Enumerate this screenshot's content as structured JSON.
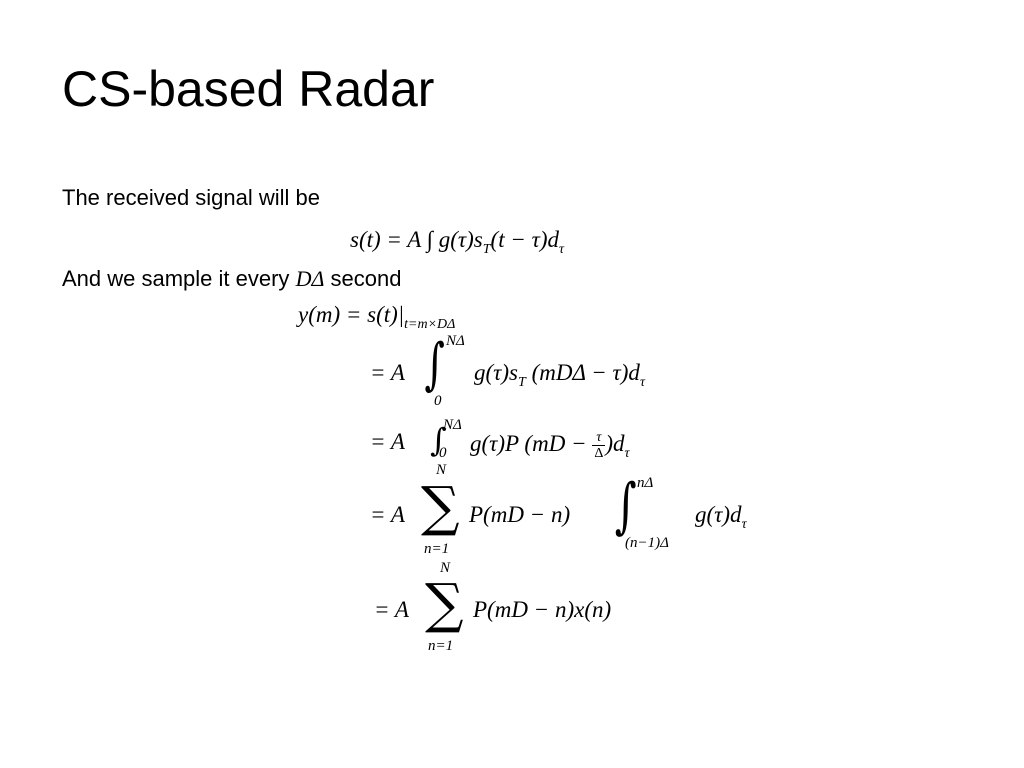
{
  "slide": {
    "title": "CS-based Radar",
    "intro_text": "The received signal will be",
    "sample_text_before": "And we sample it every",
    "sample_math": "DΔ",
    "sample_text_after": "second"
  },
  "equations": {
    "signal": {
      "lhs": "s(t) = A ",
      "integral": "∫",
      "rhs": " g(τ)s",
      "rhs_sub": "T",
      "rhs_tail": "(t − τ)d",
      "rhs_tail_sub": "τ"
    },
    "sample": {
      "lhs": "y(m) = s(t)|",
      "lhs_sub": "t=m×DΔ"
    },
    "step1": {
      "lead": "= A",
      "integral": "∫",
      "upper": "NΔ",
      "lower": "0",
      "body": "g(τ)s",
      "body_sub": "T",
      "body_tail": " (mDΔ − τ)d",
      "body_tail_sub": "τ"
    },
    "step2": {
      "lead": "= A ",
      "integral": "∫",
      "upper": "NΔ",
      "lower": "0",
      "body": " g(τ)P (mD − ",
      "frac_num": "τ",
      "frac_den": "Δ",
      "body_tail": ")d",
      "body_tail_sub": "τ"
    },
    "step3": {
      "lead": "= A",
      "sum": "∑",
      "sum_upper": "N",
      "sum_lower": "n=1",
      "body": "P(mD − n)",
      "integral": "∫",
      "int_upper": "nΔ",
      "int_lower": "(n−1)Δ",
      "tail": "g(τ)d",
      "tail_sub": "τ"
    },
    "step4": {
      "lead": "= A",
      "sum": "∑",
      "sum_upper": "N",
      "sum_lower": "n=1",
      "body": "P(mD − n)x(n)"
    }
  }
}
